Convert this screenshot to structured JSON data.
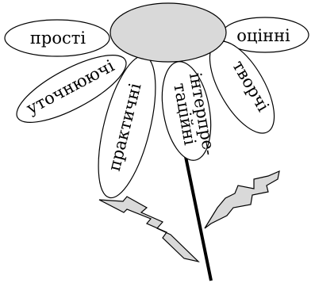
{
  "petals": {
    "prosti": "прості",
    "otsinni": "оцінні",
    "utochniuiuchi": "уточнюючі",
    "praktychni": "практичні",
    "interpre_line1": "інтерпре-",
    "interpre_line2": "таційні",
    "tvorchi": "творчі"
  },
  "colors": {
    "center_fill": "#d9d9d9",
    "leaf_fill": "#d9d9d9",
    "outline": "#000000",
    "background": "#ffffff"
  }
}
